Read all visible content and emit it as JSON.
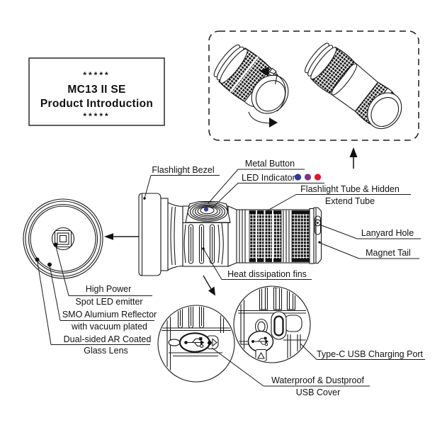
{
  "page": {
    "background": "#ffffff",
    "line_color": "#1a1a1a"
  },
  "title_box": {
    "stars_top": "*****",
    "product_name": "MC13 II SE",
    "subtitle": "Product Introduction",
    "stars_bottom": "*****"
  },
  "callouts": {
    "flashlight_bezel": "Flashlight Bezel",
    "metal_button": "Metal Button",
    "led_indicator": "LED Indicator",
    "flashlight_tube_line1": "Flashlight Tube & Hidden",
    "flashlight_tube_line2": "Extend Tube",
    "lanyard_hole": "Lanyard Hole",
    "magnet_tail": "Magnet Tail",
    "heat_fins": "Heat dissipation fins",
    "emitter_line1": "High Power",
    "emitter_line2": "Spot LED emitter",
    "reflector_line1": "SMO Alumium Reflector",
    "reflector_line2": "with vacuum plated",
    "lens_line1": "Dual-sided AR Coated",
    "lens_line2": "Glass Lens",
    "usb_port": "Type-C USB Charging Port",
    "usb_cover_line1": "Waterproof & Dustproof",
    "usb_cover_line2": "USB Cover"
  },
  "led_indicator": {
    "colors": {
      "blue": "#2a3a9f",
      "purple": "#7b3094",
      "red": "#e8112d"
    }
  },
  "button_led_color": "#2b3f9e",
  "icons": {
    "usb_symbol": "usb-trident-icon",
    "rotate_arrows": "rotate-arrow-icon",
    "pointer_arrows": "arrow-icon"
  }
}
